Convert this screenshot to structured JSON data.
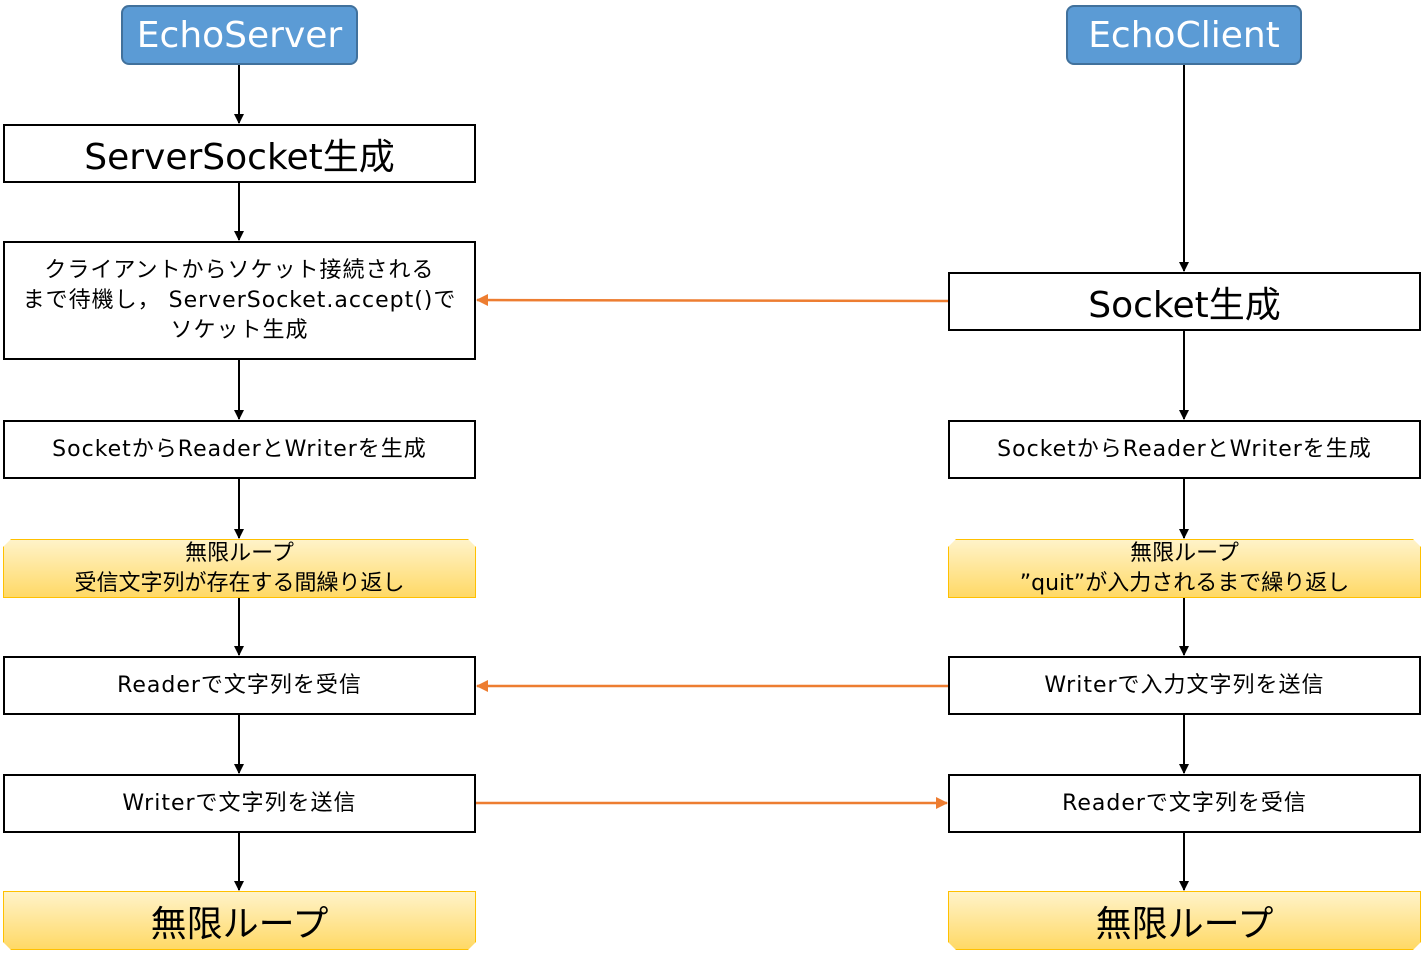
{
  "colors": {
    "title_fill": "#5b9bd5",
    "title_border": "#41719c",
    "box_border": "#000000",
    "loop_fill_top": "#fff3c9",
    "loop_fill_bottom": "#ffd966",
    "loop_border": "#ffc000",
    "flow_arrow": "#000000",
    "message_arrow": "#ed7d31"
  },
  "server": {
    "title": "EchoServer",
    "step_1": "ServerSocket生成",
    "step_2": "クライアントからソケット接続される\nまで待機し， ServerSocket.accept()で\nソケット生成",
    "step_3": "SocketからReaderとWriterを生成",
    "loop": "無限ループ\n受信文字列が存在する間繰り返し",
    "step_4": "Readerで文字列を受信",
    "step_5": "Writerで文字列を送信",
    "loop_end": "無限ループ"
  },
  "client": {
    "title": "EchoClient",
    "step_1": "Socket生成",
    "step_2": "SocketからReaderとWriterを生成",
    "loop": "無限ループ\n”quit”が入力されるまで繰り返し",
    "step_3": "Writerで入力文字列を送信",
    "step_4": "Readerで文字列を受信",
    "loop_end": "無限ループ"
  },
  "messages": [
    {
      "from": "client-step-1",
      "to": "server-step-2",
      "direction": "client-to-server"
    },
    {
      "from": "client-step-3",
      "to": "server-step-4",
      "direction": "client-to-server"
    },
    {
      "from": "server-step-5",
      "to": "client-step-4",
      "direction": "server-to-client"
    }
  ]
}
